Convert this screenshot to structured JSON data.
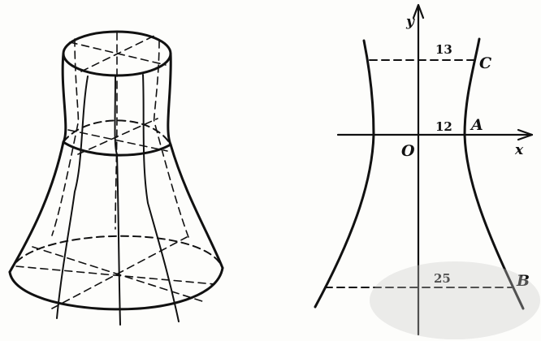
{
  "figure": {
    "left": {
      "description_name": "hyperboloid-tower-3d"
    },
    "right": {
      "axis_x_label": "x",
      "axis_y_label": "y",
      "origin_label": "O",
      "point_c_label": "C",
      "point_a_label": "A",
      "point_b_label": "B",
      "top_radius_label": "13",
      "waist_radius_label": "12",
      "bottom_radius_label": "25"
    }
  }
}
